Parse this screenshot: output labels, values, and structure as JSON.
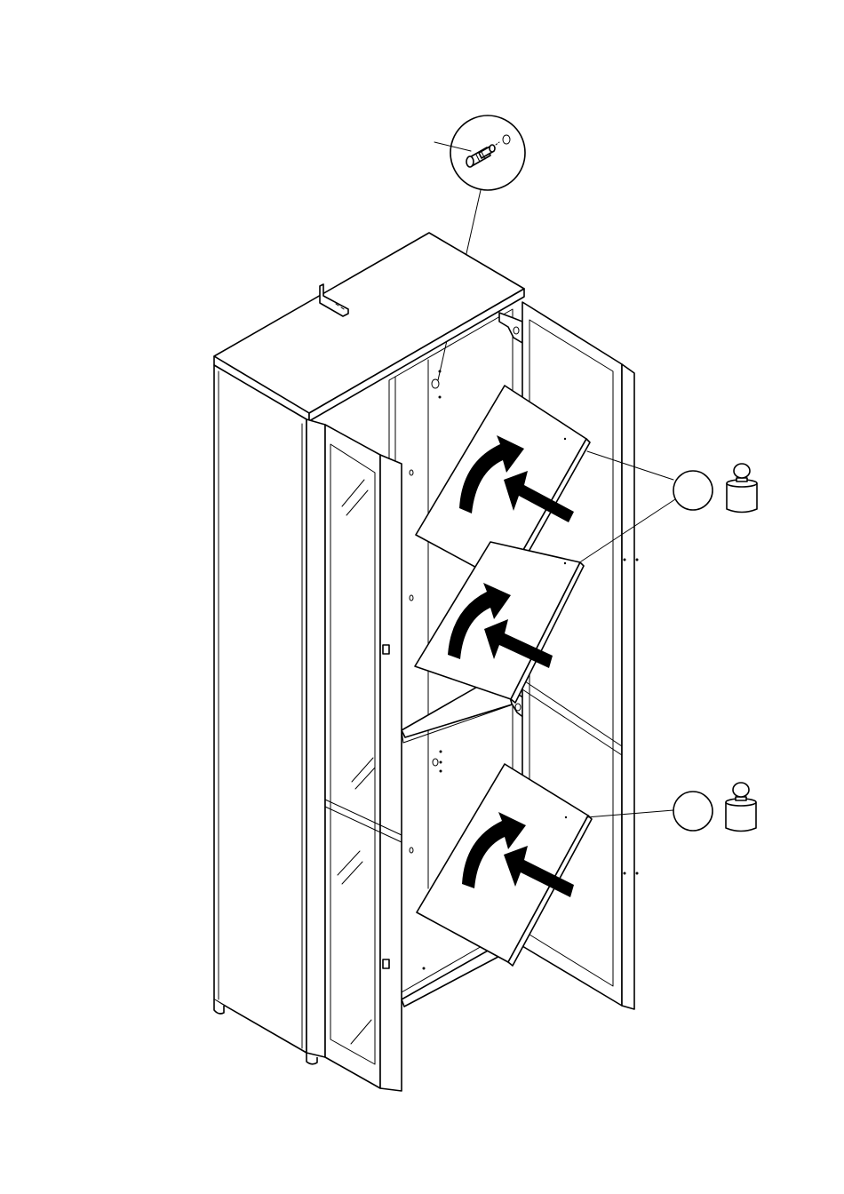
{
  "diagram": {
    "subject": "cabinet-shelf-insertion",
    "parts": {
      "callout_detail": "shelf-support-pin",
      "shelves": [
        "upper-shelf",
        "middle-shelf",
        "lower-shelf"
      ],
      "part_reference_circles": 2,
      "weight_icons": 2
    },
    "icons": [
      "rotate-arrow-icon",
      "insert-arrow-icon",
      "weight-icon",
      "shelf-pin-icon"
    ],
    "colors": {
      "line": "#000000",
      "background": "#ffffff"
    }
  }
}
